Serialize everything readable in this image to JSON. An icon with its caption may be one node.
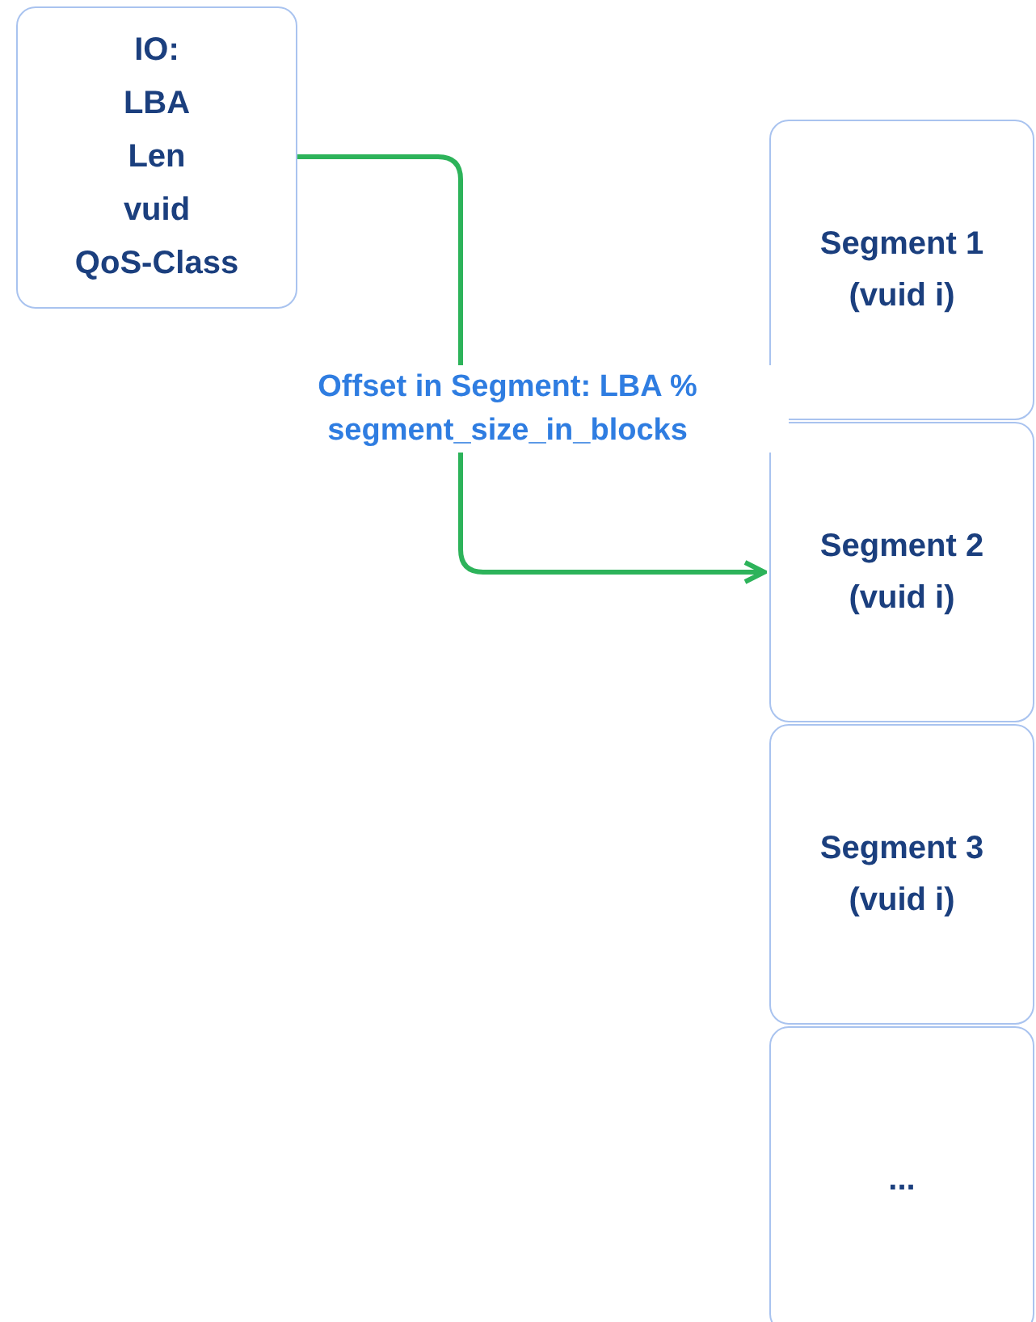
{
  "diagram": {
    "nodes": [
      {
        "text": [
          "IO:",
          "LBA",
          "Len",
          "vuid",
          "QoS-Class"
        ]
      },
      {
        "text": [
          "Segment 1",
          "(vuid i)"
        ]
      },
      {
        "text": [
          "Segment 2",
          "(vuid i)"
        ]
      },
      {
        "text": [
          "Segment 3",
          "(vuid i)"
        ]
      },
      {
        "text": [
          "..."
        ]
      }
    ],
    "edges": [
      {
        "from": 0,
        "to": 2,
        "arrow": "to",
        "label": "Offset in Segment: LBA % segment_size_in_blocks"
      }
    ]
  }
}
